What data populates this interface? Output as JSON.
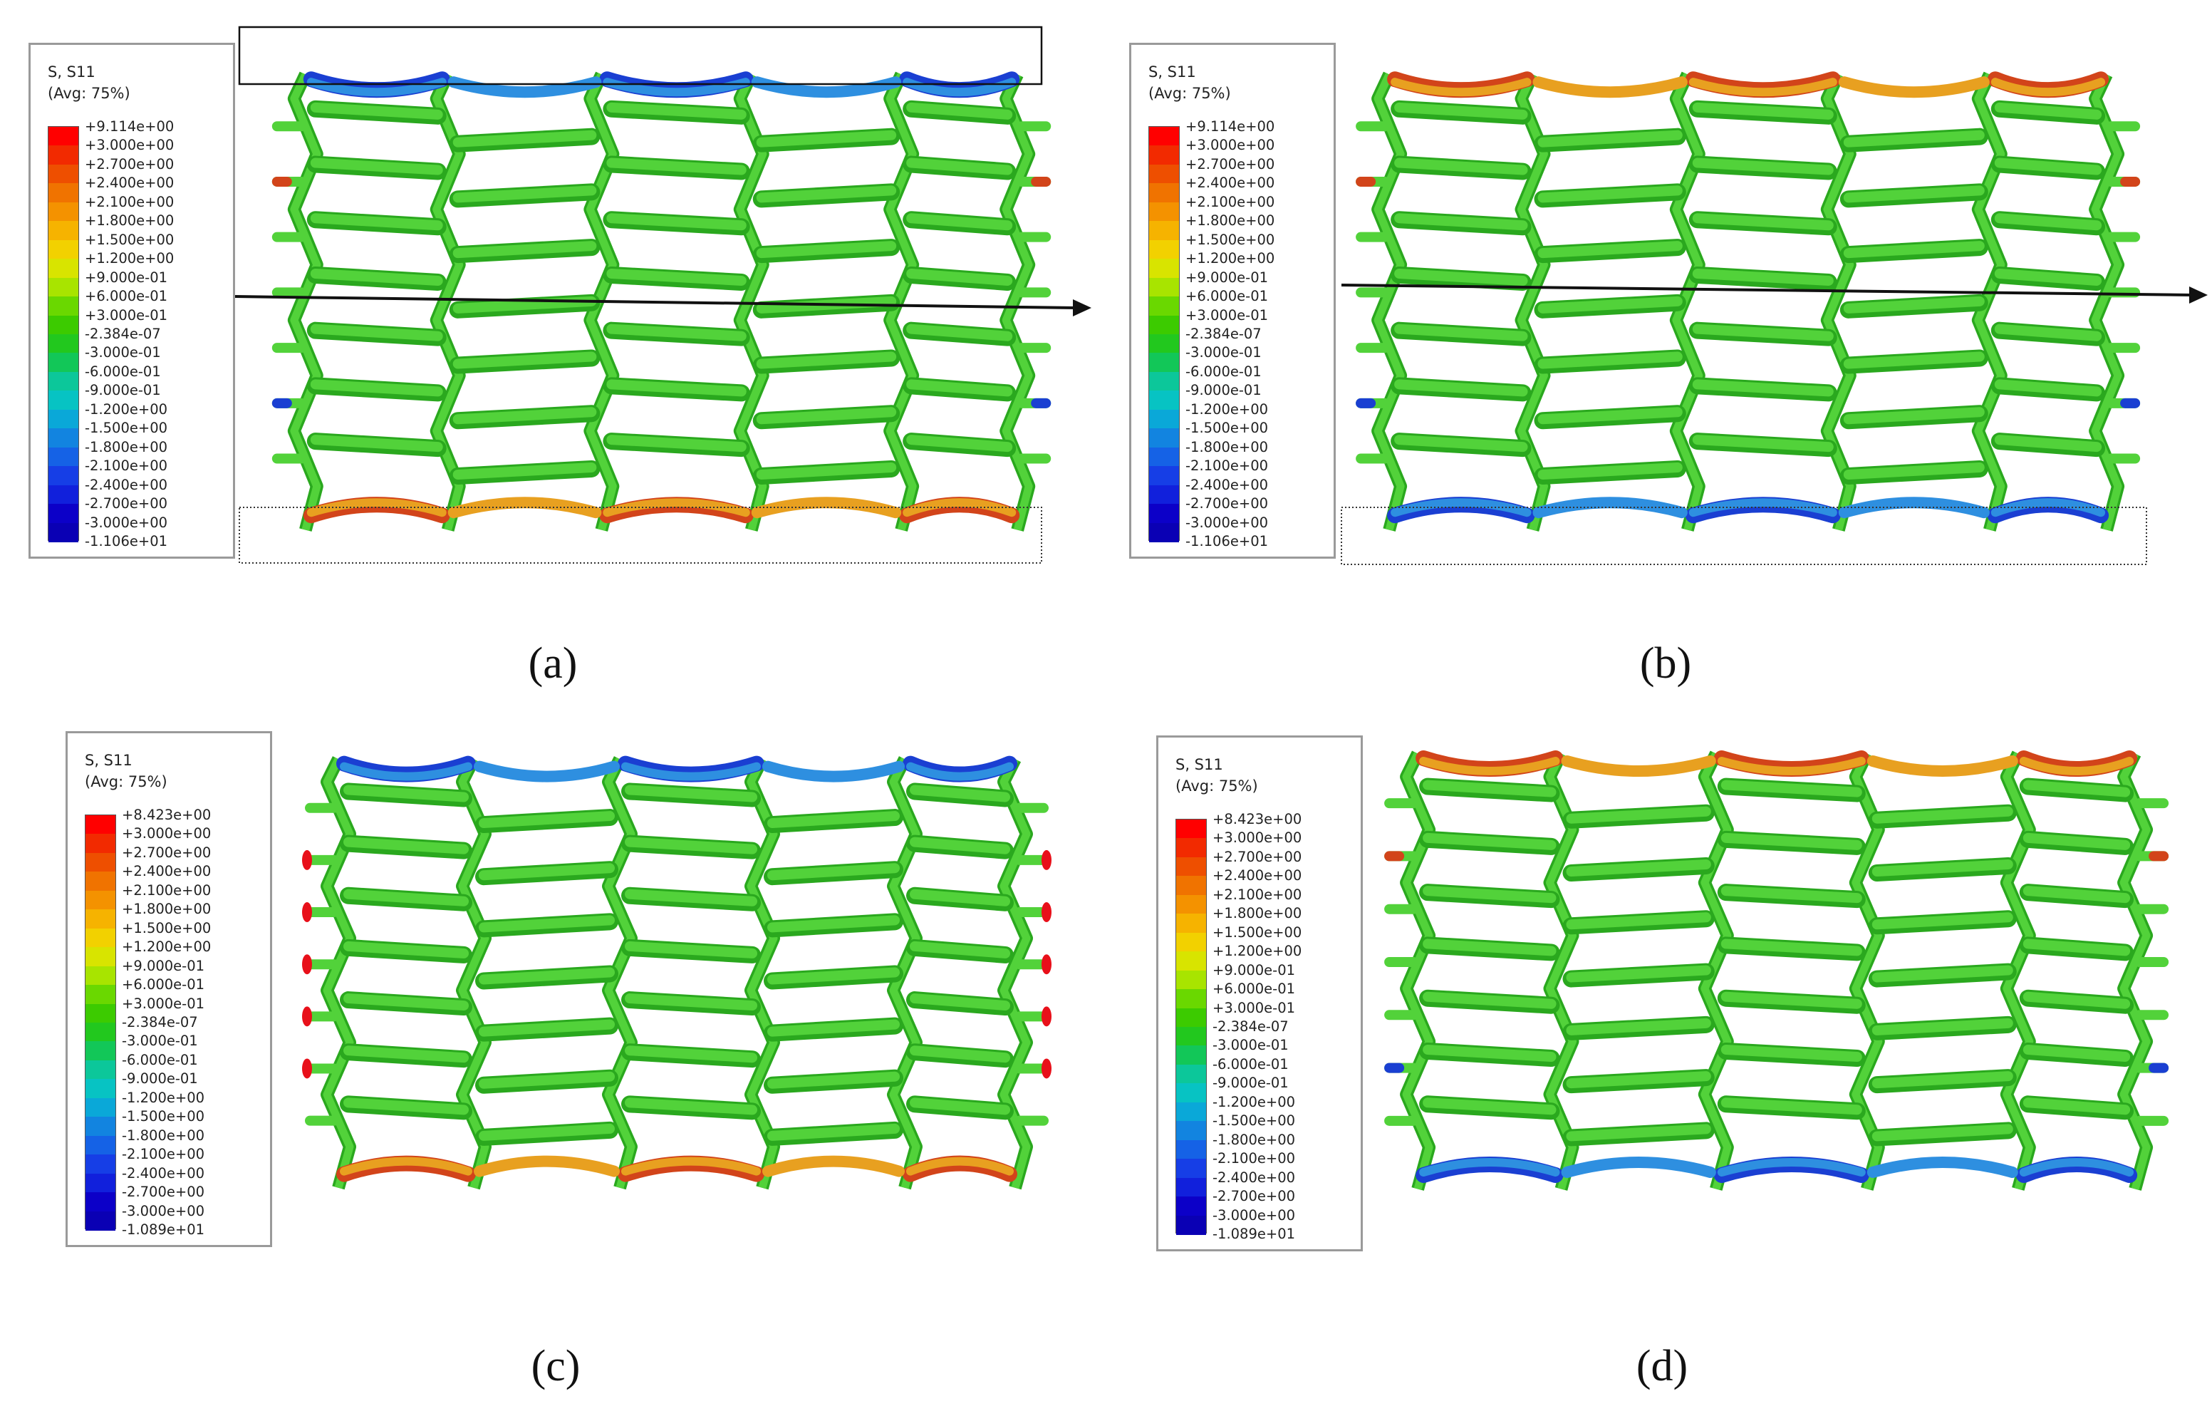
{
  "figure": {
    "panels": [
      {
        "caption": "(a)",
        "legend": {
          "title": "S, S11",
          "subtitle": "(Avg: 75%)",
          "ticks": [
            "+9.114e+00",
            "+3.000e+00",
            "+2.700e+00",
            "+2.400e+00",
            "+2.100e+00",
            "+1.800e+00",
            "+1.500e+00",
            "+1.200e+00",
            "+9.000e-01",
            "+6.000e-01",
            "+3.000e-01",
            "-2.384e-07",
            "-3.000e-01",
            "-6.000e-01",
            "-9.000e-01",
            "-1.200e+00",
            "-1.500e+00",
            "-1.800e+00",
            "-2.100e+00",
            "-2.400e+00",
            "-2.700e+00",
            "-3.000e+00",
            "-1.106e+01"
          ]
        },
        "top_arc_state": "compression",
        "bottom_arc_state": "tension",
        "has_arrow": true,
        "highlight_boxes": [
          "top-solid",
          "bottom-dotted"
        ],
        "side_pins": false
      },
      {
        "caption": "(b)",
        "legend": {
          "title": "S, S11",
          "subtitle": "(Avg: 75%)",
          "ticks": [
            "+9.114e+00",
            "+3.000e+00",
            "+2.700e+00",
            "+2.400e+00",
            "+2.100e+00",
            "+1.800e+00",
            "+1.500e+00",
            "+1.200e+00",
            "+9.000e-01",
            "+6.000e-01",
            "+3.000e-01",
            "-2.384e-07",
            "-3.000e-01",
            "-6.000e-01",
            "-9.000e-01",
            "-1.200e+00",
            "-1.500e+00",
            "-1.800e+00",
            "-2.100e+00",
            "-2.400e+00",
            "-2.700e+00",
            "-3.000e+00",
            "-1.106e+01"
          ]
        },
        "top_arc_state": "tension",
        "bottom_arc_state": "compression",
        "has_arrow": true,
        "highlight_boxes": [
          "bottom-dotted"
        ],
        "side_pins": false
      },
      {
        "caption": "(c)",
        "legend": {
          "title": "S, S11",
          "subtitle": "(Avg: 75%)",
          "ticks": [
            "+8.423e+00",
            "+3.000e+00",
            "+2.700e+00",
            "+2.400e+00",
            "+2.100e+00",
            "+1.800e+00",
            "+1.500e+00",
            "+1.200e+00",
            "+9.000e-01",
            "+6.000e-01",
            "+3.000e-01",
            "-2.384e-07",
            "-3.000e-01",
            "-6.000e-01",
            "-9.000e-01",
            "-1.200e+00",
            "-1.500e+00",
            "-1.800e+00",
            "-2.100e+00",
            "-2.400e+00",
            "-2.700e+00",
            "-3.000e+00",
            "-1.089e+01"
          ]
        },
        "top_arc_state": "compression",
        "bottom_arc_state": "tension",
        "has_arrow": false,
        "highlight_boxes": [],
        "side_pins": true
      },
      {
        "caption": "(d)",
        "legend": {
          "title": "S, S11",
          "subtitle": "(Avg: 75%)",
          "ticks": [
            "+8.423e+00",
            "+3.000e+00",
            "+2.700e+00",
            "+2.400e+00",
            "+2.100e+00",
            "+1.800e+00",
            "+1.500e+00",
            "+1.200e+00",
            "+9.000e-01",
            "+6.000e-01",
            "+3.000e-01",
            "-2.384e-07",
            "-3.000e-01",
            "-6.000e-01",
            "-9.000e-01",
            "-1.200e+00",
            "-1.500e+00",
            "-1.800e+00",
            "-2.100e+00",
            "-2.400e+00",
            "-2.700e+00",
            "-3.000e+00",
            "-1.089e+01"
          ]
        },
        "top_arc_state": "tension",
        "bottom_arc_state": "compression",
        "has_arrow": false,
        "highlight_boxes": [],
        "side_pins": false
      }
    ],
    "colorbar": [
      "#ff0000",
      "#f22a00",
      "#ee4f00",
      "#f07300",
      "#f49200",
      "#f6b300",
      "#f2d100",
      "#d8e400",
      "#a8e400",
      "#6ad800",
      "#3ccb00",
      "#22c81e",
      "#12c758",
      "#0cc79a",
      "#07c3c3",
      "#0aa8d8",
      "#1284e0",
      "#1562e6",
      "#163ee6",
      "#1120dc",
      "#0c00c8",
      "#0a00b4"
    ],
    "colors": {
      "neutral": "#52d23a",
      "edge": "#2aa81e",
      "tension": "#e8a020",
      "tension_deep": "#d2441a",
      "compression": "#2e8fe0",
      "compression_deep": "#1a3fd2"
    }
  }
}
